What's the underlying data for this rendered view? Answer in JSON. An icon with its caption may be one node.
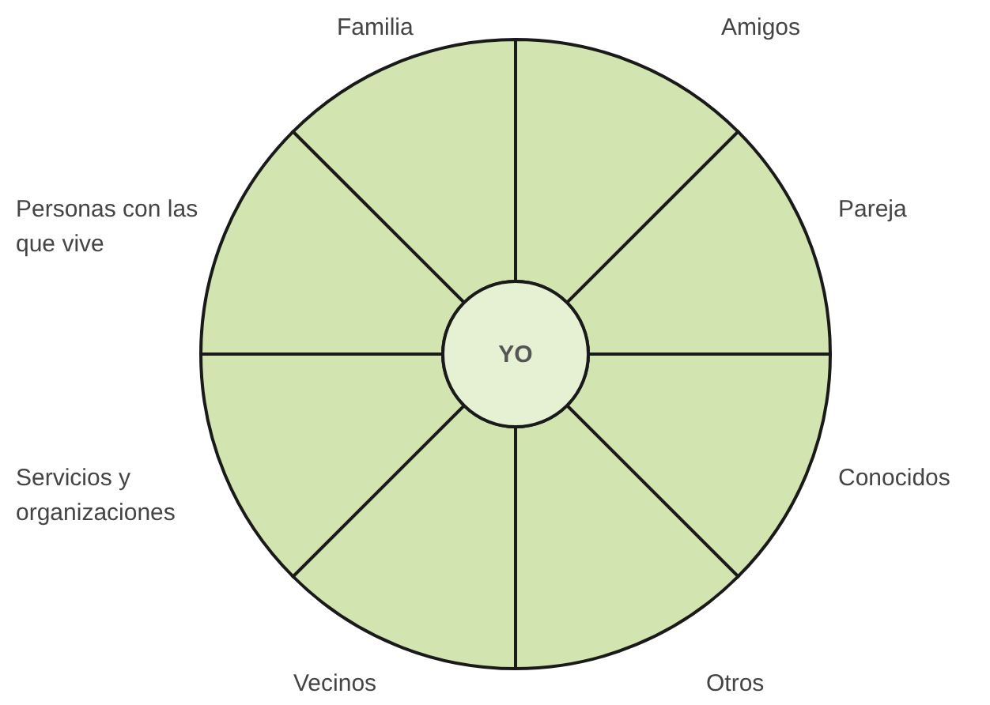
{
  "diagram": {
    "nodes": [
      {
        "text": [
          "YO"
        ]
      },
      {
        "text": [],
        "shape": "sector",
        "beside": [
          "Familia"
        ]
      },
      {
        "text": [],
        "shape": "sector",
        "beside": [
          "Amigos"
        ]
      },
      {
        "text": [],
        "shape": "sector",
        "beside": [
          "Pareja"
        ]
      },
      {
        "text": [],
        "shape": "sector",
        "beside": [
          "Conocidos"
        ]
      },
      {
        "text": [],
        "shape": "sector",
        "beside": [
          "Otros"
        ]
      },
      {
        "text": [],
        "shape": "sector",
        "beside": [
          "Vecinos"
        ]
      },
      {
        "text": [],
        "shape": "sector",
        "beside": [
          "Servicios y organizaciones"
        ]
      },
      {
        "text": [],
        "shape": "sector",
        "beside": [
          "Personas con las que vive"
        ]
      }
    ]
  }
}
